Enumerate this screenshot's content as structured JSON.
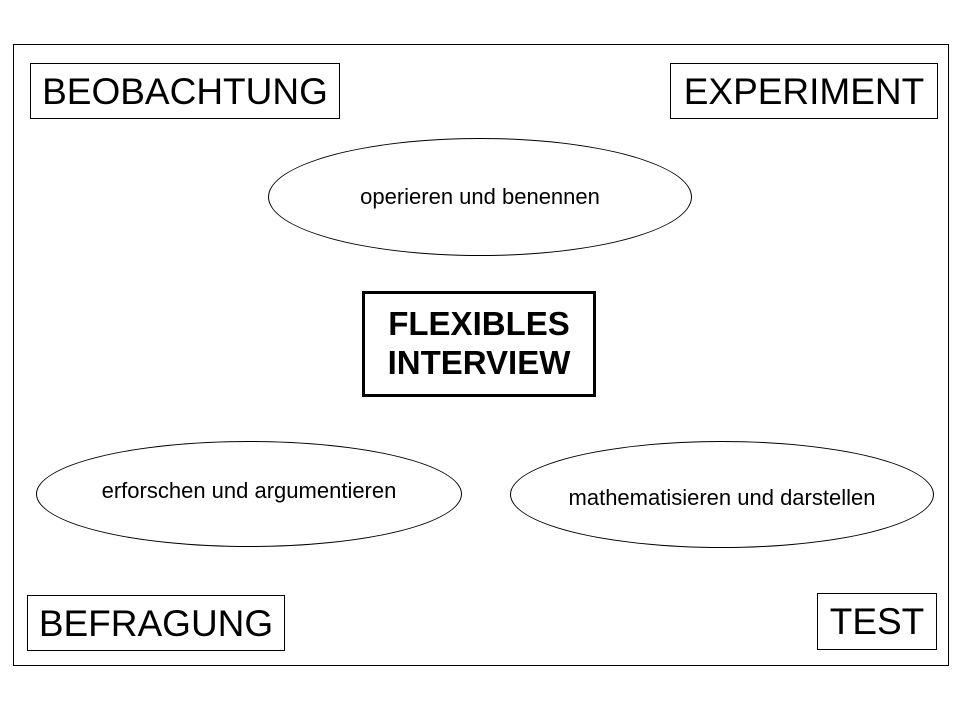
{
  "corners": {
    "top_left": "BEOBACHTUNG",
    "top_right": "EXPERIMENT",
    "bottom_left": "BEFRAGUNG",
    "bottom_right": "TEST"
  },
  "center": {
    "line1": "FLEXIBLES",
    "line2": "INTERVIEW"
  },
  "ellipses": {
    "top": "operieren und benennen",
    "bottom_left": "erforschen und argumentieren",
    "bottom_right": "mathematisieren und darstellen"
  }
}
